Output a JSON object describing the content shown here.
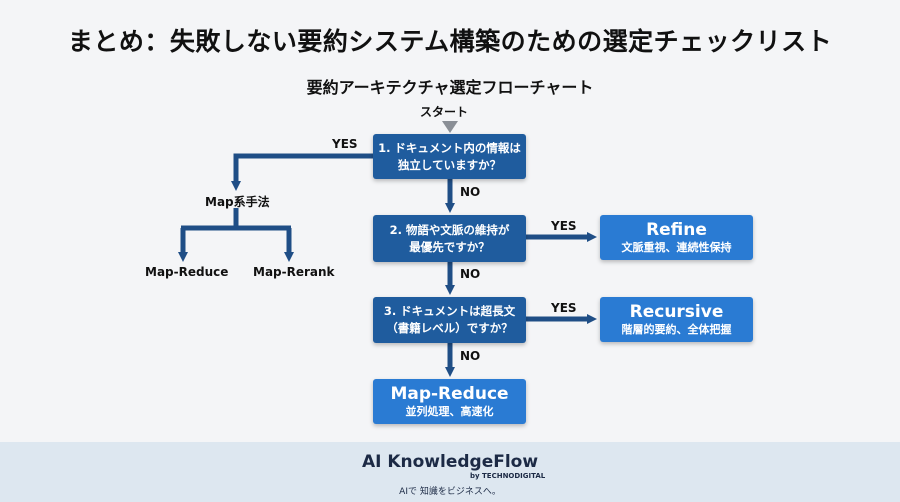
{
  "title": "まとめ：失敗しない要約システム構築のための選定チェックリスト",
  "subtitle": "要約アーキテクチャ選定フローチャート",
  "flow": {
    "start": "スタート",
    "q1": {
      "line1": "1. ドキュメント内の情報は",
      "line2": "独立していますか？"
    },
    "q2": {
      "line1": "2. 物語や文脈の維持が",
      "line2": "最優先ですか？"
    },
    "q3": {
      "line1": "3. ドキュメントは超長文",
      "line2": "（書籍レベル）ですか？"
    },
    "yes": "YES",
    "no": "NO",
    "map_family": "Map系手法",
    "map_reduce_leaf": "Map-Reduce",
    "map_rerank_leaf": "Map-Rerank",
    "refine": {
      "main": "Refine",
      "sub": "文脈重視、連続性保持"
    },
    "recursive": {
      "main": "Recursive",
      "sub": "階層的要約、全体把握"
    },
    "map_reduce": {
      "main": "Map-Reduce",
      "sub": "並列処理、高速化"
    }
  },
  "colors": {
    "arrow": "#1f4e86",
    "question_box": "#1f5c9e",
    "result_box": "#2a7bd3",
    "start_marker": "#8a8f96"
  },
  "footer": {
    "brand": "AI KnowledgeFlow",
    "by": "by TECHNODIGITAL",
    "tagline": "AIで 知識をビジネスへ。"
  }
}
